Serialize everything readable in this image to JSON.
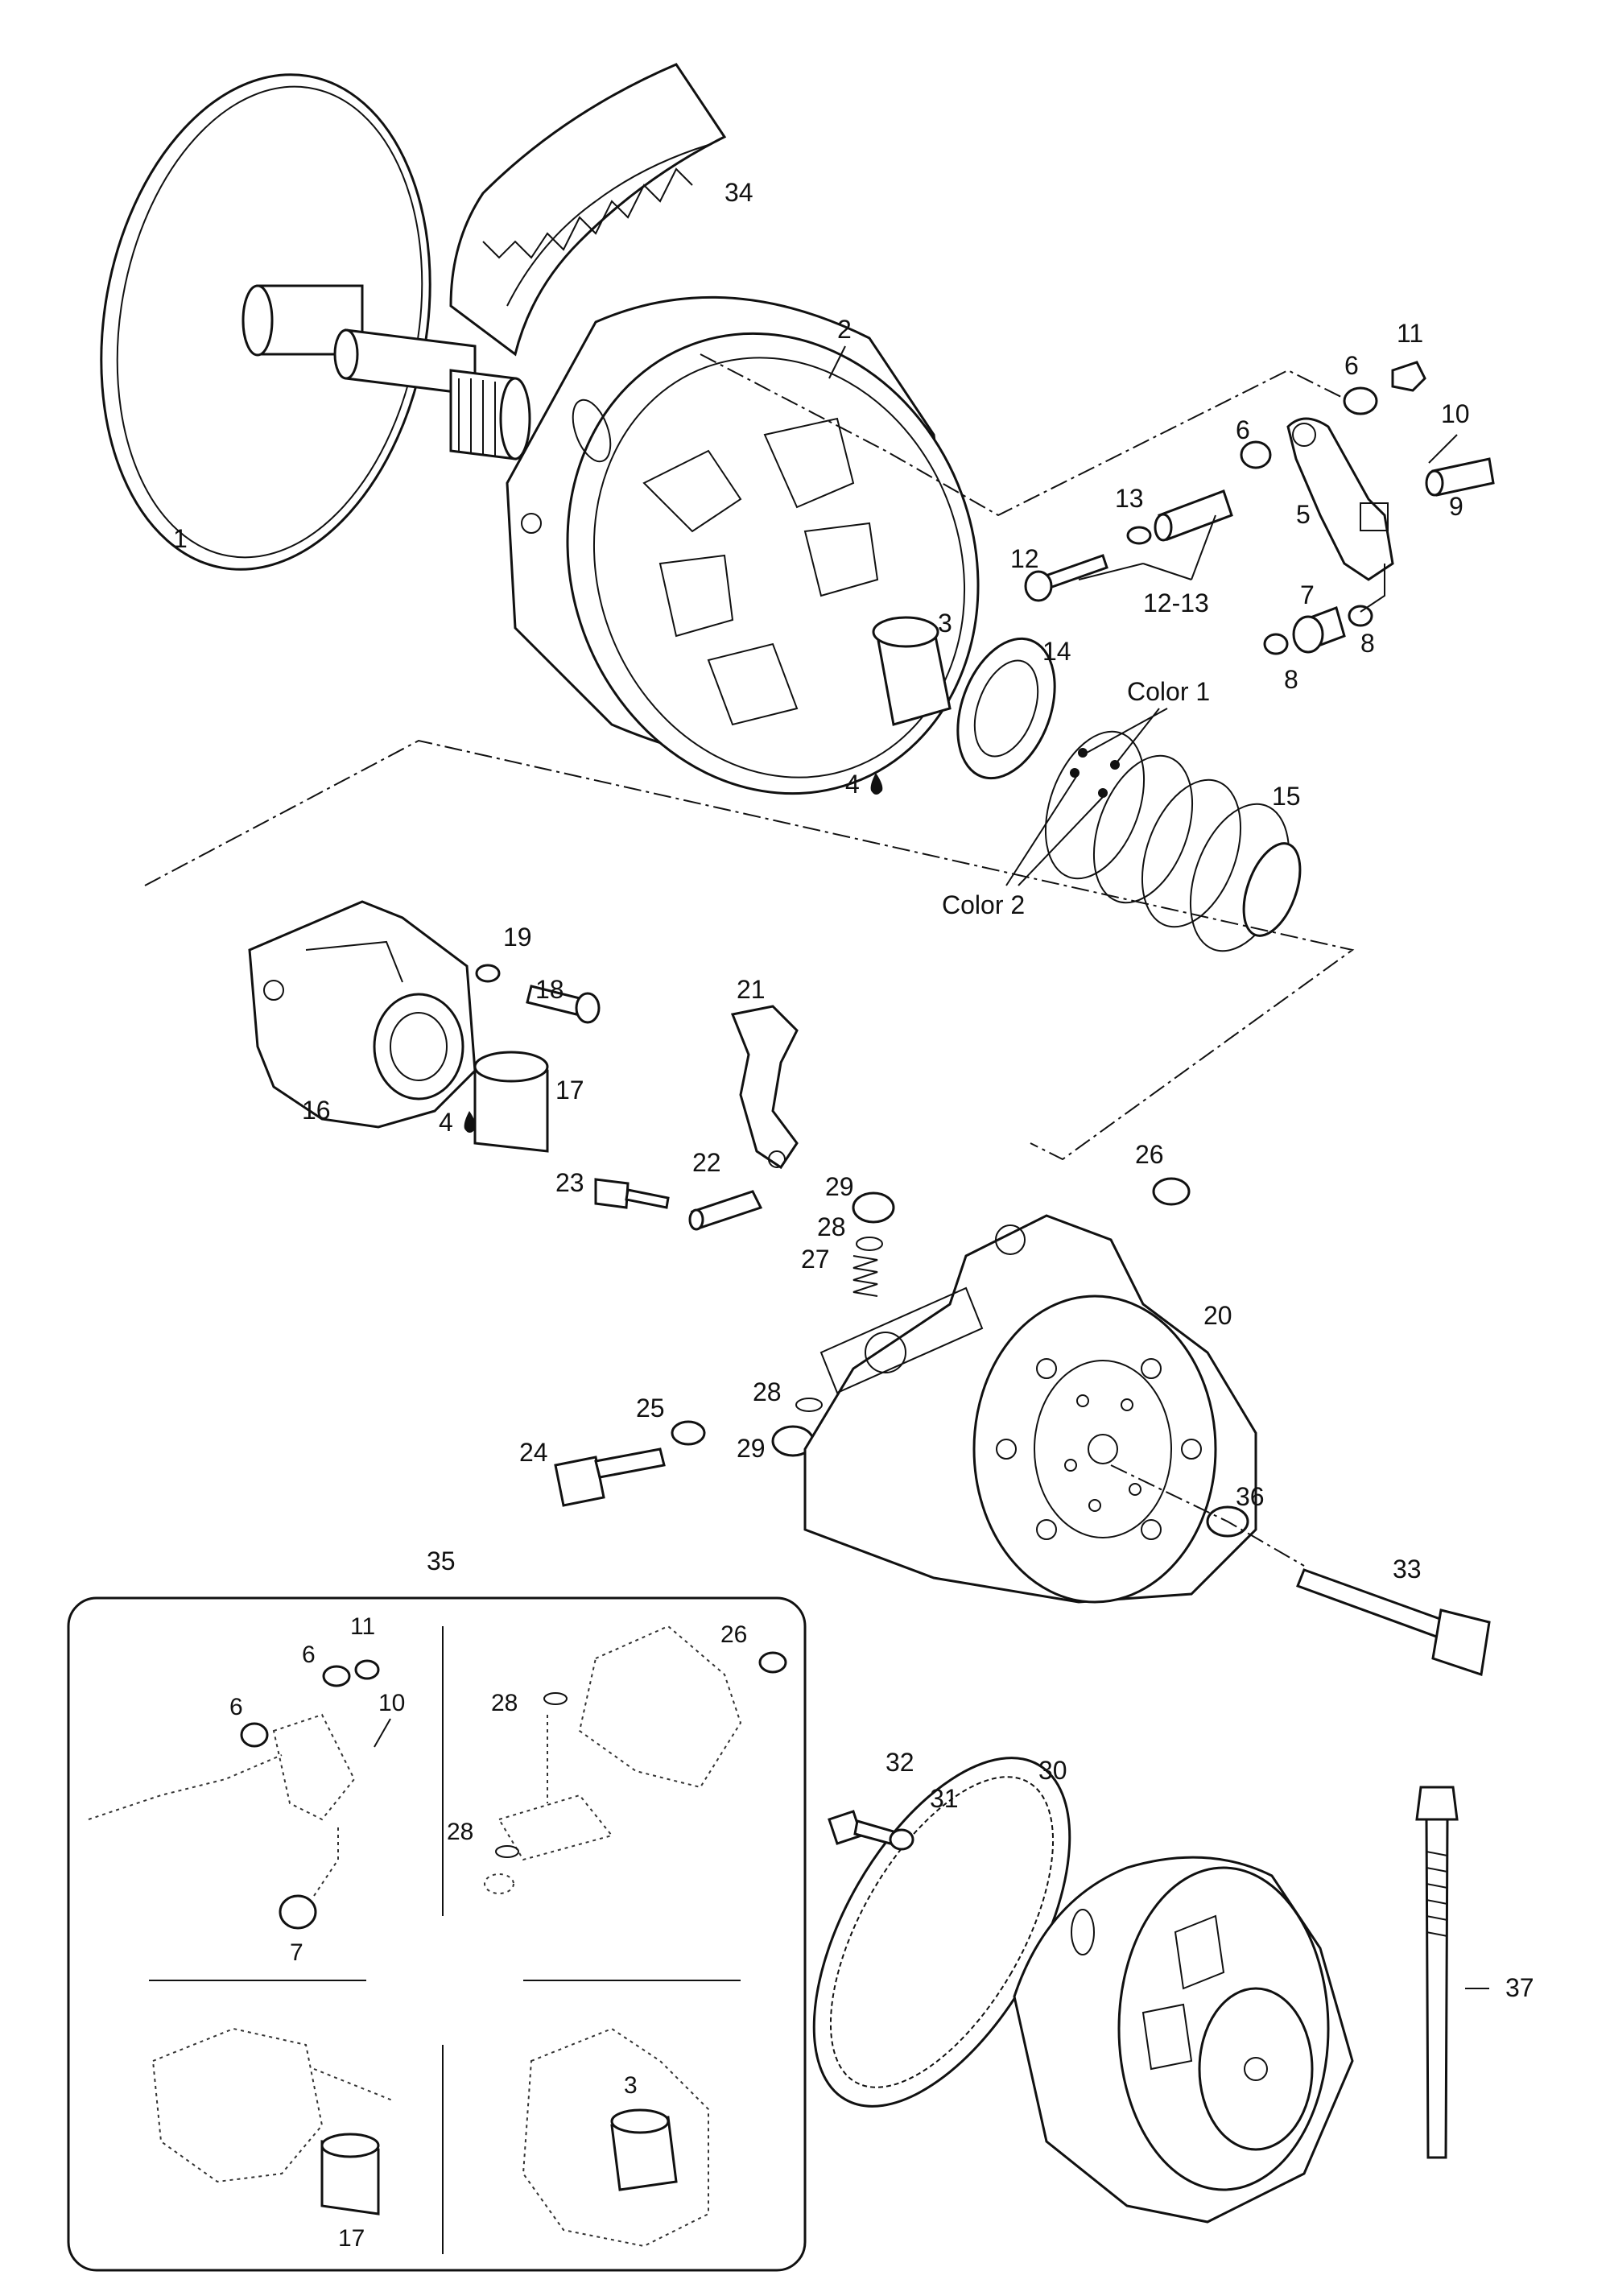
{
  "callouts": {
    "c1": "1",
    "c2": "2",
    "c3": "3",
    "c4a": "4",
    "c4b": "4",
    "c5": "5",
    "c6a": "6",
    "c6b": "6",
    "c7": "7",
    "c8a": "8",
    "c8b": "8",
    "c9": "9",
    "c10": "10",
    "c11": "11",
    "c12": "12",
    "c12_13": "12-13",
    "c13": "13",
    "c14": "14",
    "c15": "15",
    "c16": "16",
    "c17": "17",
    "c18": "18",
    "c19": "19",
    "c20": "20",
    "c21": "21",
    "c22": "22",
    "c23": "23",
    "c24": "24",
    "c25": "25",
    "c26": "26",
    "c27": "27",
    "c28a": "28",
    "c28b": "28",
    "c29a": "29",
    "c29b": "29",
    "c30": "30",
    "c31": "31",
    "c32": "32",
    "c33": "33",
    "c34": "34",
    "c35": "35",
    "c36": "36",
    "c37": "37",
    "color1": "Color 1",
    "color2": "Color 2"
  },
  "inset": {
    "c6a": "6",
    "c6b": "6",
    "c7": "7",
    "c10": "10",
    "c11": "11",
    "c26": "26",
    "c28a": "28",
    "c28b": "28",
    "c17": "17",
    "c3": "3"
  },
  "icons": {
    "lubricant": "oil-drop-icon"
  }
}
